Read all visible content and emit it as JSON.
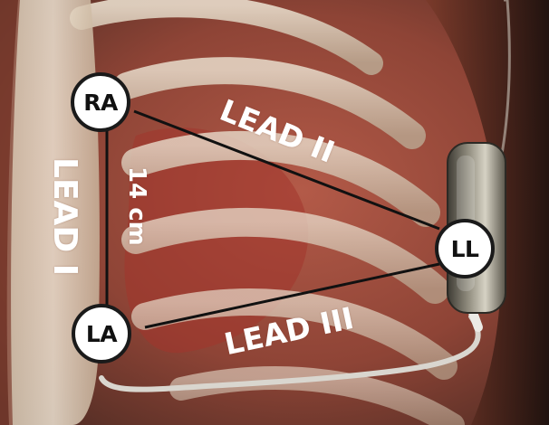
{
  "electrodes": {
    "ra": "RA",
    "la": "LA",
    "ll": "LL"
  },
  "leads": {
    "lead_i": "LEAD I",
    "lead_ii": "LEAD II",
    "lead_iii": "LEAD III"
  },
  "distance_label": "14 cm",
  "colors": {
    "tissue": "#9a4a3a",
    "bone": "#d8c8b4",
    "device": "#6e6a5e",
    "line": "#111111",
    "label": "#ffffff"
  }
}
